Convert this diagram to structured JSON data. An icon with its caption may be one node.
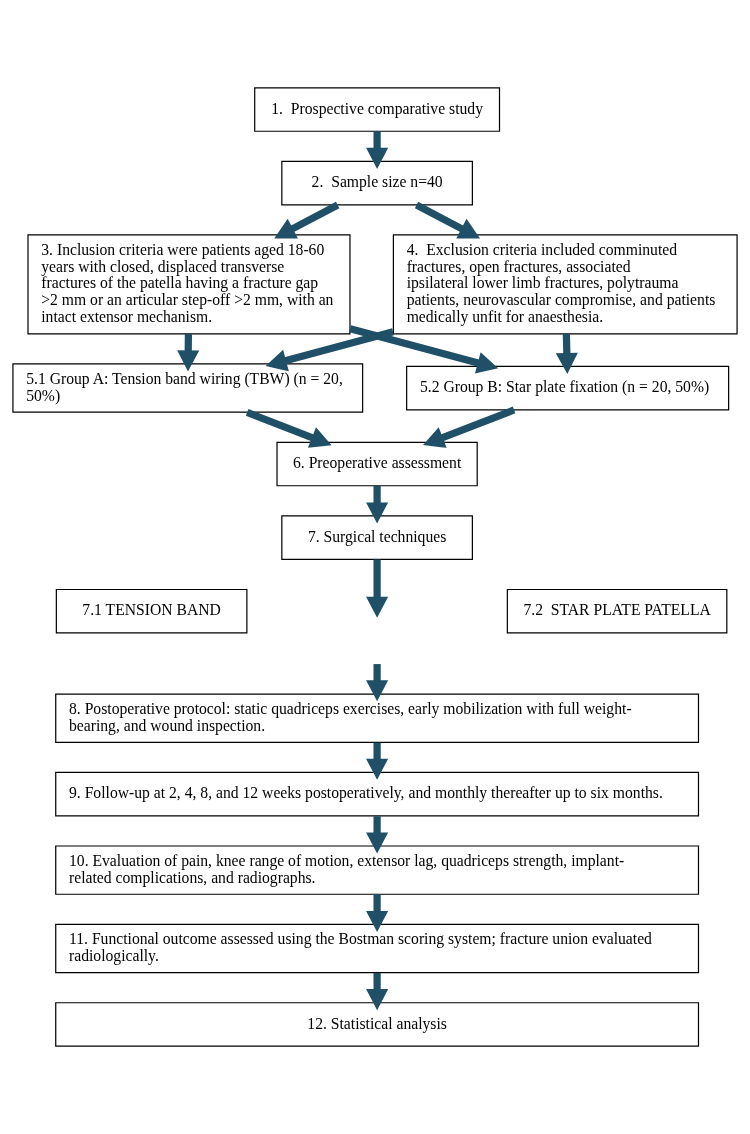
{
  "diagram": {
    "nodes": [
      {
        "text": [
          "1.  Prospective comparative study"
        ]
      },
      {
        "text": [
          "2.  Sample size n=40"
        ]
      },
      {
        "text": [
          "3. Inclusion criteria were patients aged 18-60 years with closed, displaced transverse fractures of the patella having a fracture gap >2 mm or an articular step-off >2 mm, with an intact extensor mechanism."
        ]
      },
      {
        "text": [
          "4.  Exclusion criteria included comminuted fractures, open fractures, associated ipsilateral lower limb fractures, polytrauma patients, neurovascular compromise, and patients medically unfit for anaesthesia."
        ]
      },
      {
        "text": [
          "5.1 Group A: Tension band wiring (TBW) (n = 20, 50%)"
        ]
      },
      {
        "text": [
          "5.2 Group B: Star plate fixation (n = 20, 50%)"
        ]
      },
      {
        "text": [
          "6. Preoperative assessment"
        ]
      },
      {
        "text": [
          "7. Surgical techniques"
        ]
      },
      {
        "text": [
          "7.1 TENSION BAND"
        ]
      },
      {
        "text": [
          "7.2  STAR PLATE PATELLA"
        ]
      },
      {
        "text": [
          "8. Postoperative protocol: static quadriceps exercises, early mobilization with full weight-bearing, and wound inspection."
        ]
      },
      {
        "text": [
          "9. Follow-up at 2, 4, 8, and 12 weeks postoperatively, and monthly thereafter up to six months."
        ]
      },
      {
        "text": [
          "10. Evaluation of pain, knee range of motion, extensor lag, quadriceps strength, implant-related complications, and radiographs."
        ]
      },
      {
        "text": [
          "11. Functional outcome assessed using the Bostman scoring system; fracture union evaluated radiologically."
        ]
      },
      {
        "text": [
          "12. Statistical analysis"
        ]
      }
    ],
    "edges": [
      {
        "from": 0,
        "to": 1,
        "arrow": "to"
      },
      {
        "from": 1,
        "to": 2,
        "arrow": "to"
      },
      {
        "from": 1,
        "to": 3,
        "arrow": "to"
      },
      {
        "from": 2,
        "to": 4,
        "arrow": "to"
      },
      {
        "from": 2,
        "to": 5,
        "arrow": "to"
      },
      {
        "from": 3,
        "to": 4,
        "arrow": "to"
      },
      {
        "from": 3,
        "to": 5,
        "arrow": "to"
      },
      {
        "from": 4,
        "to": 6,
        "arrow": "to"
      },
      {
        "from": 5,
        "to": 6,
        "arrow": "to"
      },
      {
        "from": 6,
        "to": 7,
        "arrow": "to"
      },
      {
        "from": 7,
        "to": null,
        "arrow": "to"
      },
      {
        "from": null,
        "to": 10,
        "arrow": "to"
      },
      {
        "from": 10,
        "to": 11,
        "arrow": "to"
      },
      {
        "from": 11,
        "to": 12,
        "arrow": "to"
      },
      {
        "from": 12,
        "to": 13,
        "arrow": "to"
      },
      {
        "from": 13,
        "to": 14,
        "arrow": "to"
      }
    ]
  }
}
